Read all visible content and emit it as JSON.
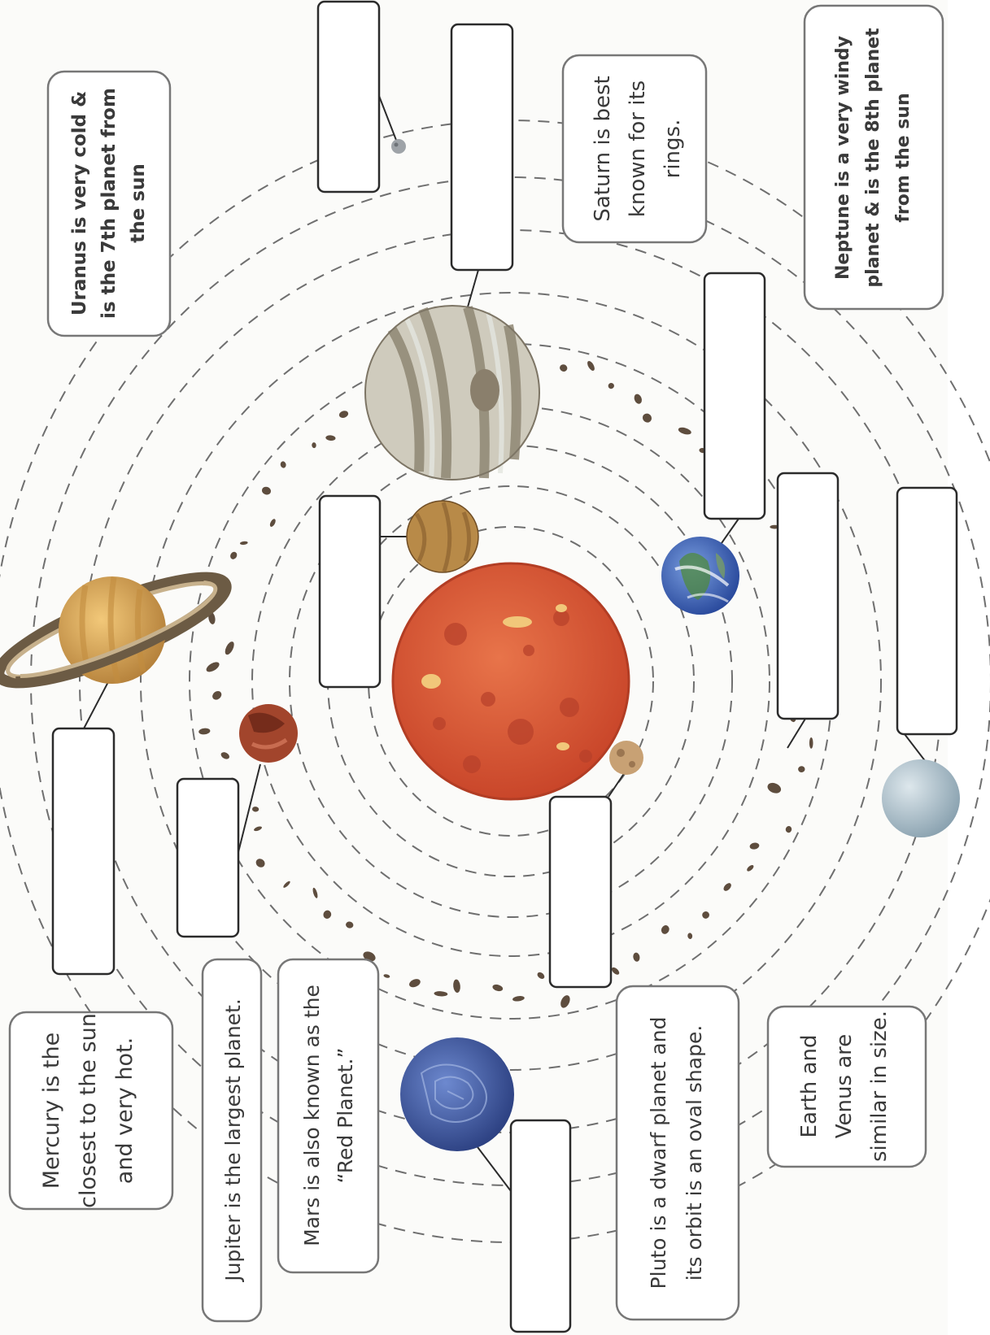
{
  "facts": {
    "uranus": [
      "Uranus is very cold &",
      "is the 7th planet from",
      "the sun"
    ],
    "saturn": [
      "Saturn is best",
      "known for its",
      "rings."
    ],
    "neptune": [
      "Neptune is a very windy",
      "planet & is the 8th planet",
      "from the sun"
    ],
    "mercury": [
      "Mercury is the",
      "closest to the sun",
      "and very hot."
    ],
    "jupiter": [
      "Jupiter is the largest planet."
    ],
    "mars": [
      "Mars is also known as the",
      "“Red Planet.”"
    ],
    "pluto": [
      "Pluto is a dwarf planet and",
      "its orbit is an oval shape."
    ],
    "earth_venus": [
      "Earth and",
      "Venus are",
      "similar in size."
    ]
  },
  "colors": {
    "sun": "#d9572e",
    "jupiter": "#b8b2a2",
    "saturn": "#d9a552",
    "earth": "#3f63b8",
    "neptune": "#3c579e",
    "uranus": "#a8bcc8",
    "mars": "#a2452c",
    "venus": "#b88a48",
    "mercury": "#c8a174"
  }
}
